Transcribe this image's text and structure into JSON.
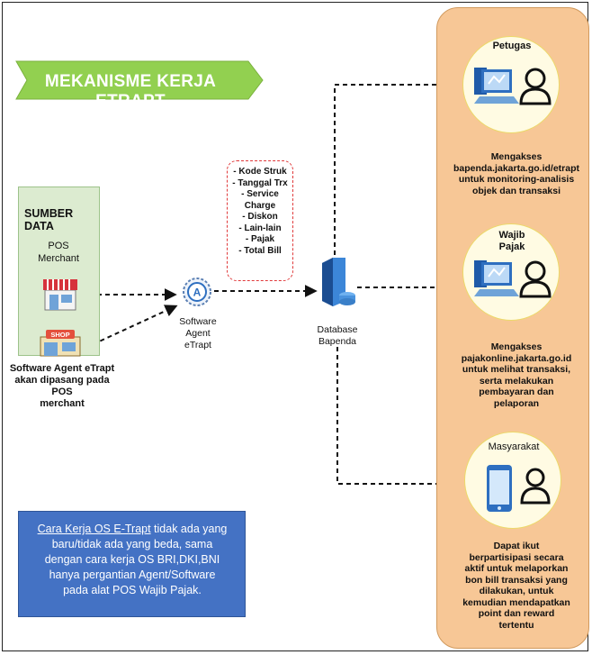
{
  "banner": {
    "title": "MEKANISME KERJA ETRAPT",
    "color": "#92d050"
  },
  "source": {
    "title": "SUMBER DATA",
    "pos_label": "POS",
    "merchant_label": "Merchant",
    "shop_sign": "SHOP",
    "caption_line1": "Software Agent eTrapt",
    "caption_line2": "akan dipasang pada POS",
    "caption_line3": "merchant"
  },
  "agent": {
    "line1": "Software",
    "line2": "Agent",
    "line3": "eTrapt",
    "icon_letter": "A"
  },
  "fields": [
    "- Kode Struk",
    "- Tanggal Trx",
    "- Service",
    "Charge",
    "- Diskon",
    "- Lain-lain",
    "- Pajak",
    "- Total Bill"
  ],
  "database": {
    "line1": "Database",
    "line2": "Bapenda"
  },
  "petugas": {
    "label": "Petugas",
    "desc1": "Mengakses",
    "desc2": "bapenda.jakarta.go.id/etrapt",
    "desc3": "untuk monitoring-analisis",
    "desc4": "objek dan transaksi"
  },
  "wajib_pajak": {
    "label1": "Wajib",
    "label2": "Pajak",
    "desc1": "Mengakses",
    "desc2": "pajakonline.jakarta.go.id",
    "desc3": "untuk melihat transaksi,",
    "desc4": "serta melakukan",
    "desc5": "pembayaran dan",
    "desc6": "pelaporan"
  },
  "masyarakat": {
    "label": "Masyarakat",
    "desc1": "Dapat ikut",
    "desc2": "berpartisipasi secara",
    "desc3": "aktif untuk melaporkan",
    "desc4": "bon bill transaksi yang",
    "desc5": "dilakukan, untuk",
    "desc6": "kemudian mendapatkan",
    "desc7": "point dan reward",
    "desc8": "tertentu"
  },
  "note": {
    "link": "Cara Kerja OS E-Trapt",
    "line1_rest": " tidak ada yang",
    "line2": "baru/tidak ada yang beda, sama",
    "line3": "dengan cara kerja OS BRI,DKI,BNI",
    "line4": "hanya pergantian Agent/Software",
    "line5": "pada alat POS Wajib Pajak."
  },
  "colors": {
    "orange_panel": "#f7c796",
    "note_blue": "#4472c4",
    "server_blue": "#2e6fc0",
    "green_box": "#dcebd0",
    "red_dash": "#e0393a"
  }
}
